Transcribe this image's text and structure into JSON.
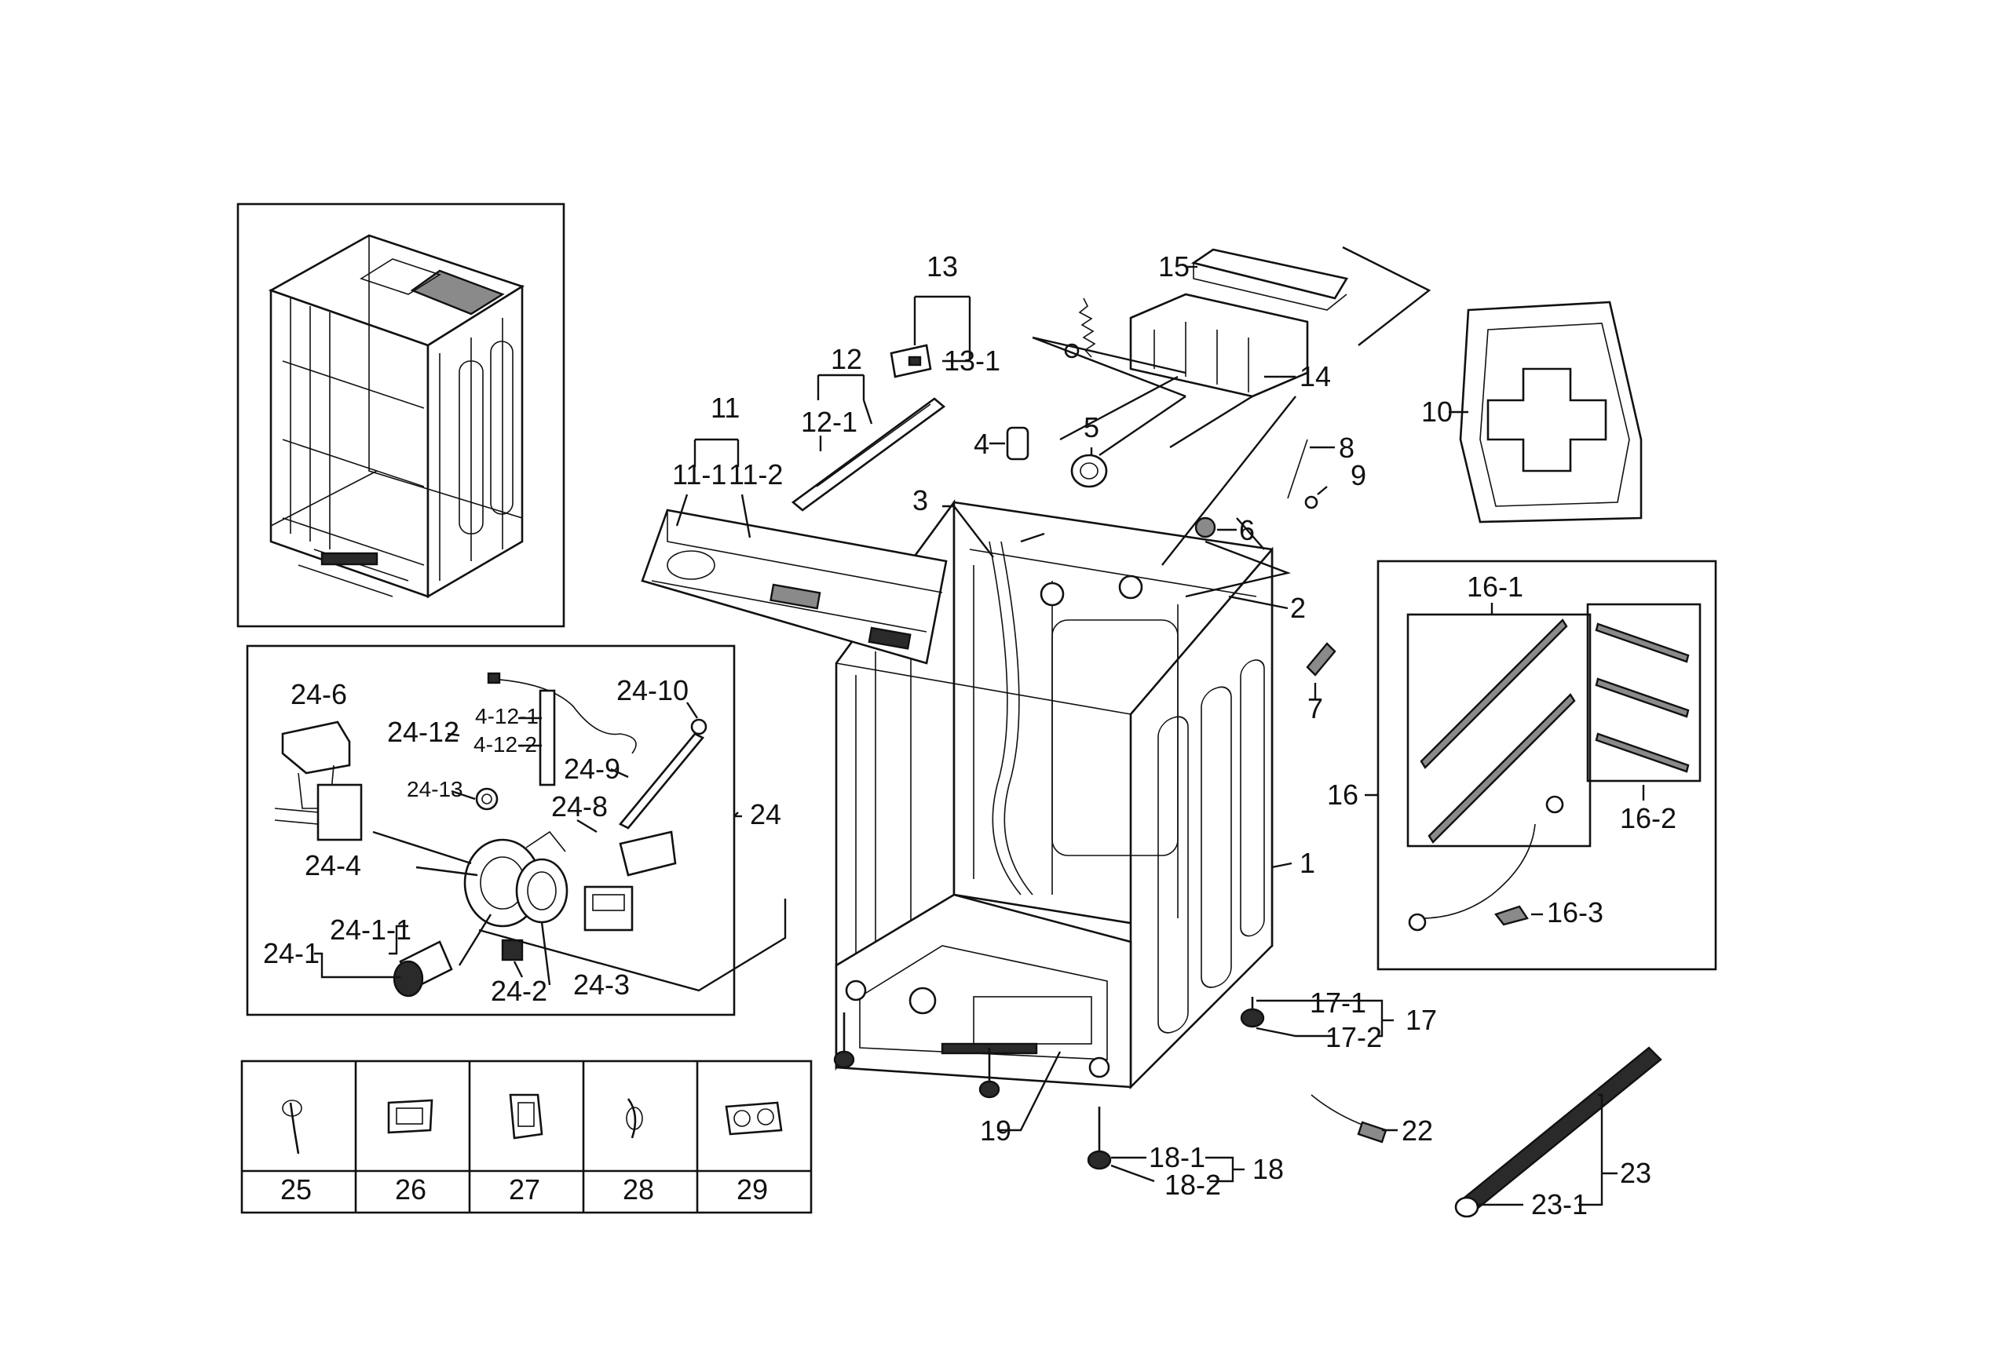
{
  "callouts": {
    "c1": "1",
    "c2": "2",
    "c3": "3",
    "c4": "4",
    "c5": "5",
    "c6": "6",
    "c7": "7",
    "c8": "8",
    "c9": "9",
    "c10": "10",
    "c11": "11",
    "c11_1": "11-1",
    "c11_2": "11-2",
    "c12": "12",
    "c12_1": "12-1",
    "c13": "13",
    "c13_1": "13-1",
    "c14": "14",
    "c15": "15",
    "c16": "16",
    "c16_1": "16-1",
    "c16_2": "16-2",
    "c16_3": "16-3",
    "c17": "17",
    "c17_1": "17-1",
    "c17_2": "17-2",
    "c18": "18",
    "c18_1": "18-1",
    "c18_2": "18-2",
    "c19": "19",
    "c22": "22",
    "c23": "23",
    "c23_1": "23-1",
    "c24": "24",
    "c24_1": "24-1",
    "c24_1_1": "24-1-1",
    "c24_2": "24-2",
    "c24_3": "24-3",
    "c24_4": "24-4",
    "c24_6": "24-6",
    "c24_8": "24-8",
    "c24_9": "24-9",
    "c24_10": "24-10",
    "c24_12": "24-12",
    "c24_13": "24-13",
    "c4_12_1": "4-12-1",
    "c4_12_2": "4-12-2"
  },
  "table": {
    "cells": [
      "25",
      "26",
      "27",
      "28",
      "29"
    ]
  }
}
